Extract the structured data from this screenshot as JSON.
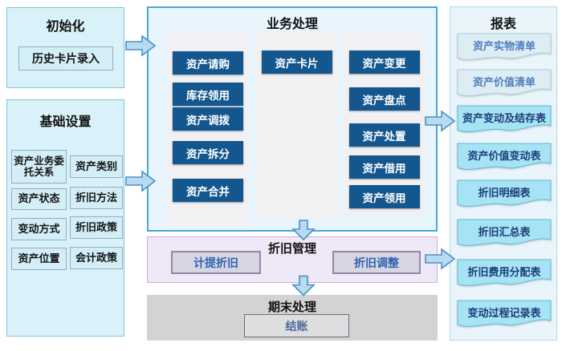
{
  "initialization": {
    "title": "初始化",
    "items": [
      {
        "label": "历史卡片录入"
      }
    ]
  },
  "basic_settings": {
    "title": "基础设置",
    "items": [
      {
        "label": "资产业务委托关系"
      },
      {
        "label": "资产类别"
      },
      {
        "label": "资产状态"
      },
      {
        "label": "折旧方法"
      },
      {
        "label": "变动方式"
      },
      {
        "label": "折旧政策"
      },
      {
        "label": "资产位置"
      },
      {
        "label": "会计政策"
      }
    ]
  },
  "business": {
    "title": "业务处理",
    "col1": [
      "资产请购",
      "库存领用",
      "资产调拨",
      "资产拆分",
      "资产合并"
    ],
    "col2": [
      "资产卡片"
    ],
    "col3": [
      "资产变更",
      "资产盘点",
      "资产处置",
      "资产借用",
      "资产领用"
    ]
  },
  "depreciation": {
    "title": "折旧管理",
    "items": [
      "计提折旧",
      "折旧调整"
    ]
  },
  "closing": {
    "title": "期末处理",
    "items": [
      "结账"
    ]
  },
  "reports": {
    "title": "报表",
    "items": [
      {
        "label": "资产实物清单",
        "style": "pale"
      },
      {
        "label": "资产价值清单",
        "style": "pale"
      },
      {
        "label": "资产变动及结存表",
        "style": "cyan"
      },
      {
        "label": "资产价值变动表",
        "style": "cyan"
      },
      {
        "label": "折旧明细表",
        "style": "cyan"
      },
      {
        "label": "折旧汇总表",
        "style": "cyan"
      },
      {
        "label": "折旧费用分配表",
        "style": "cyan"
      },
      {
        "label": "变动过程记录表",
        "style": "cyan"
      }
    ]
  },
  "colors": {
    "dark_button_bg": "#14578f",
    "dark_button_text": "#ffffff",
    "cyan_panel_bg": "#d9f1f8",
    "cyan_panel_border": "#7ec4dc",
    "business_panel_bg": "#e9f5fd",
    "business_panel_border": "#45a9d5",
    "inner_column_bg": "#f1f0f3",
    "depreciation_panel_bg": "#efe9f7",
    "depreciation_panel_border": "#cfaad8",
    "depreciation_button_bg": "#d7d4e3",
    "depreciation_button_border": "#8d89a8",
    "depreciation_button_text": "#2e64ae",
    "closing_panel_bg": "#d3d3d3",
    "closing_button_border": "#6f6b7d",
    "closing_button_text": "#4c6a9c",
    "reports_panel_bg": "#e9f5fa",
    "report_pale_bg": "#ddedf3",
    "report_pale_text": "#4e7fc0",
    "report_cyan_bg": "#a6e3f4",
    "report_cyan_text": "#1c3c78",
    "arrow_fill": "#b7dbf2",
    "arrow_stroke": "#4a90c4"
  }
}
